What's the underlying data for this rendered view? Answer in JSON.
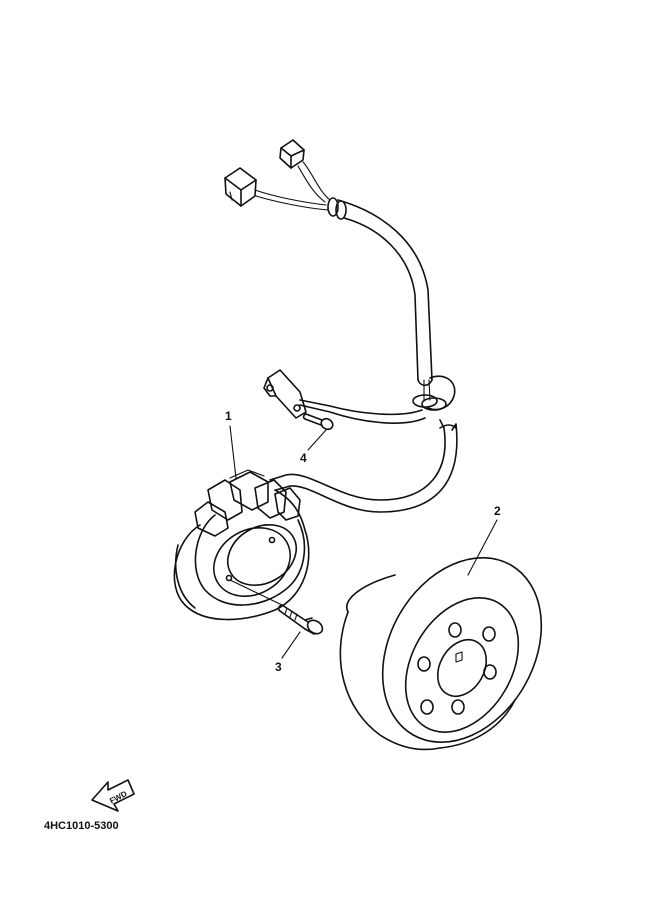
{
  "callouts": [
    {
      "id": "1",
      "label": "1"
    },
    {
      "id": "2",
      "label": "2"
    },
    {
      "id": "3",
      "label": "3"
    },
    {
      "id": "4",
      "label": "4"
    }
  ],
  "fwd_arrow": {
    "label": "FWD"
  },
  "part_code": "4HC1010-5300"
}
